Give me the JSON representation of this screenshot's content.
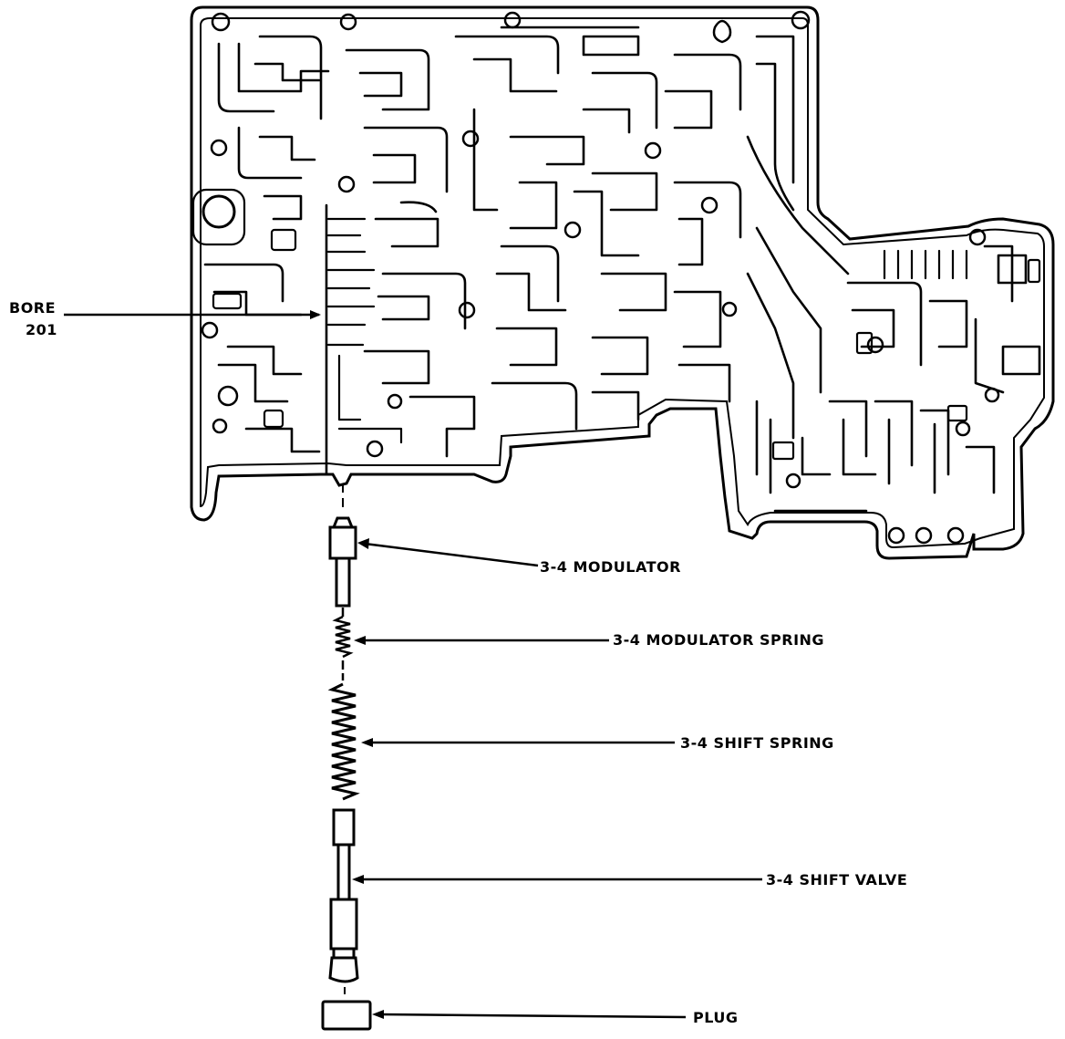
{
  "labels": {
    "bore_line1": "BORE",
    "bore_line2": "201",
    "modulator": "3-4 MODULATOR",
    "modulator_spring": "3-4 MODULATOR SPRING",
    "shift_spring": "3-4 SHIFT SPRING",
    "shift_valve": "3-4 SHIFT VALVE",
    "plug": "PLUG"
  },
  "colors": {
    "ink": "#000000",
    "background": "#ffffff"
  }
}
